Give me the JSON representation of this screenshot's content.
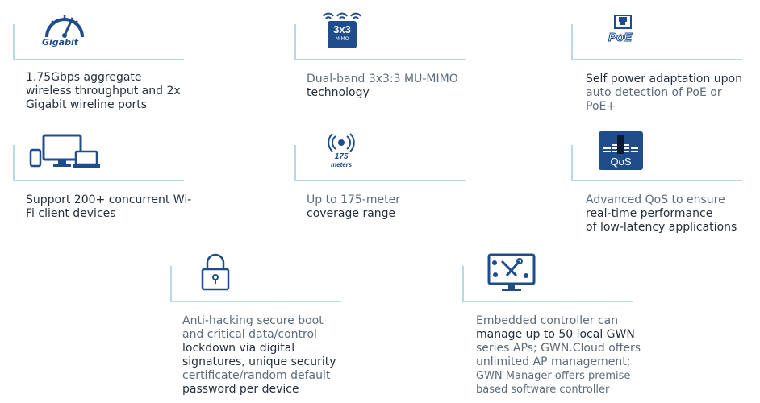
{
  "colors": {
    "icon": "#1f4d8c",
    "line": "#b9d9e6",
    "dark_text": "#25303c",
    "light_text": "#5e6b78"
  },
  "features": [
    {
      "icon": "gigabit-speedometer-icon",
      "icon_text": "Gigabit",
      "lines": [
        {
          "text": "1.75Gbps aggregate",
          "tone": "dark"
        },
        {
          "text": "wireless throughput and 2x",
          "tone": "dark"
        },
        {
          "text": "Gigabit wireline ports",
          "tone": "dark"
        }
      ]
    },
    {
      "icon": "mimo-3x3-icon",
      "icon_text": "3x3",
      "icon_subtext": "MIMO",
      "lines": [
        {
          "text": "Dual-band 3x3:3 MU-MIMO",
          "tone": "light"
        },
        {
          "text": "technology",
          "tone": "dark"
        }
      ]
    },
    {
      "icon": "poe-icon",
      "icon_text": "PoE",
      "lines": [
        {
          "text": "Self power adaptation upon",
          "tone": "dark"
        },
        {
          "text": "auto detection of PoE or",
          "tone": "light"
        },
        {
          "text": "PoE+",
          "tone": "light"
        }
      ]
    },
    {
      "icon": "devices-icon",
      "lines": [
        {
          "text": "Support 200+ concurrent Wi-",
          "tone": "dark"
        },
        {
          "text": "Fi client devices",
          "tone": "dark"
        }
      ]
    },
    {
      "icon": "coverage-range-icon",
      "icon_text": "175",
      "icon_subtext": "meters",
      "lines": [
        {
          "text": "Up to 175-meter",
          "tone": "light"
        },
        {
          "text": "coverage range",
          "tone": "dark"
        }
      ]
    },
    {
      "icon": "qos-icon",
      "icon_text": "QoS",
      "lines": [
        {
          "text": "Advanced QoS to ensure",
          "tone": "light"
        },
        {
          "text": "real-time performance",
          "tone": "dark"
        },
        {
          "text": "of low-latency applications",
          "tone": "dark"
        }
      ]
    },
    {
      "icon": "lock-icon",
      "lines": [
        {
          "text": "Anti-hacking secure boot",
          "tone": "light"
        },
        {
          "text": "and critical data/control",
          "tone": "light"
        },
        {
          "text": "lockdown via digital",
          "tone": "dark"
        },
        {
          "text": "signatures, unique security",
          "tone": "dark"
        },
        {
          "text": "certificate/random default",
          "tone": "light"
        },
        {
          "text": "password per device",
          "tone": "dark"
        }
      ]
    },
    {
      "icon": "controller-monitor-icon",
      "lines": [
        {
          "text": "Embedded controller can",
          "tone": "light"
        },
        {
          "text": "manage up to 50 local GWN",
          "tone": "dark"
        },
        {
          "text": "series APs; GWN.Cloud offers",
          "tone": "light"
        },
        {
          "text": "unlimited AP management;",
          "tone": "light"
        },
        {
          "text": "GWN Manager offers premise-",
          "tone": "light"
        },
        {
          "text": "based software controller",
          "tone": "light"
        }
      ]
    }
  ]
}
